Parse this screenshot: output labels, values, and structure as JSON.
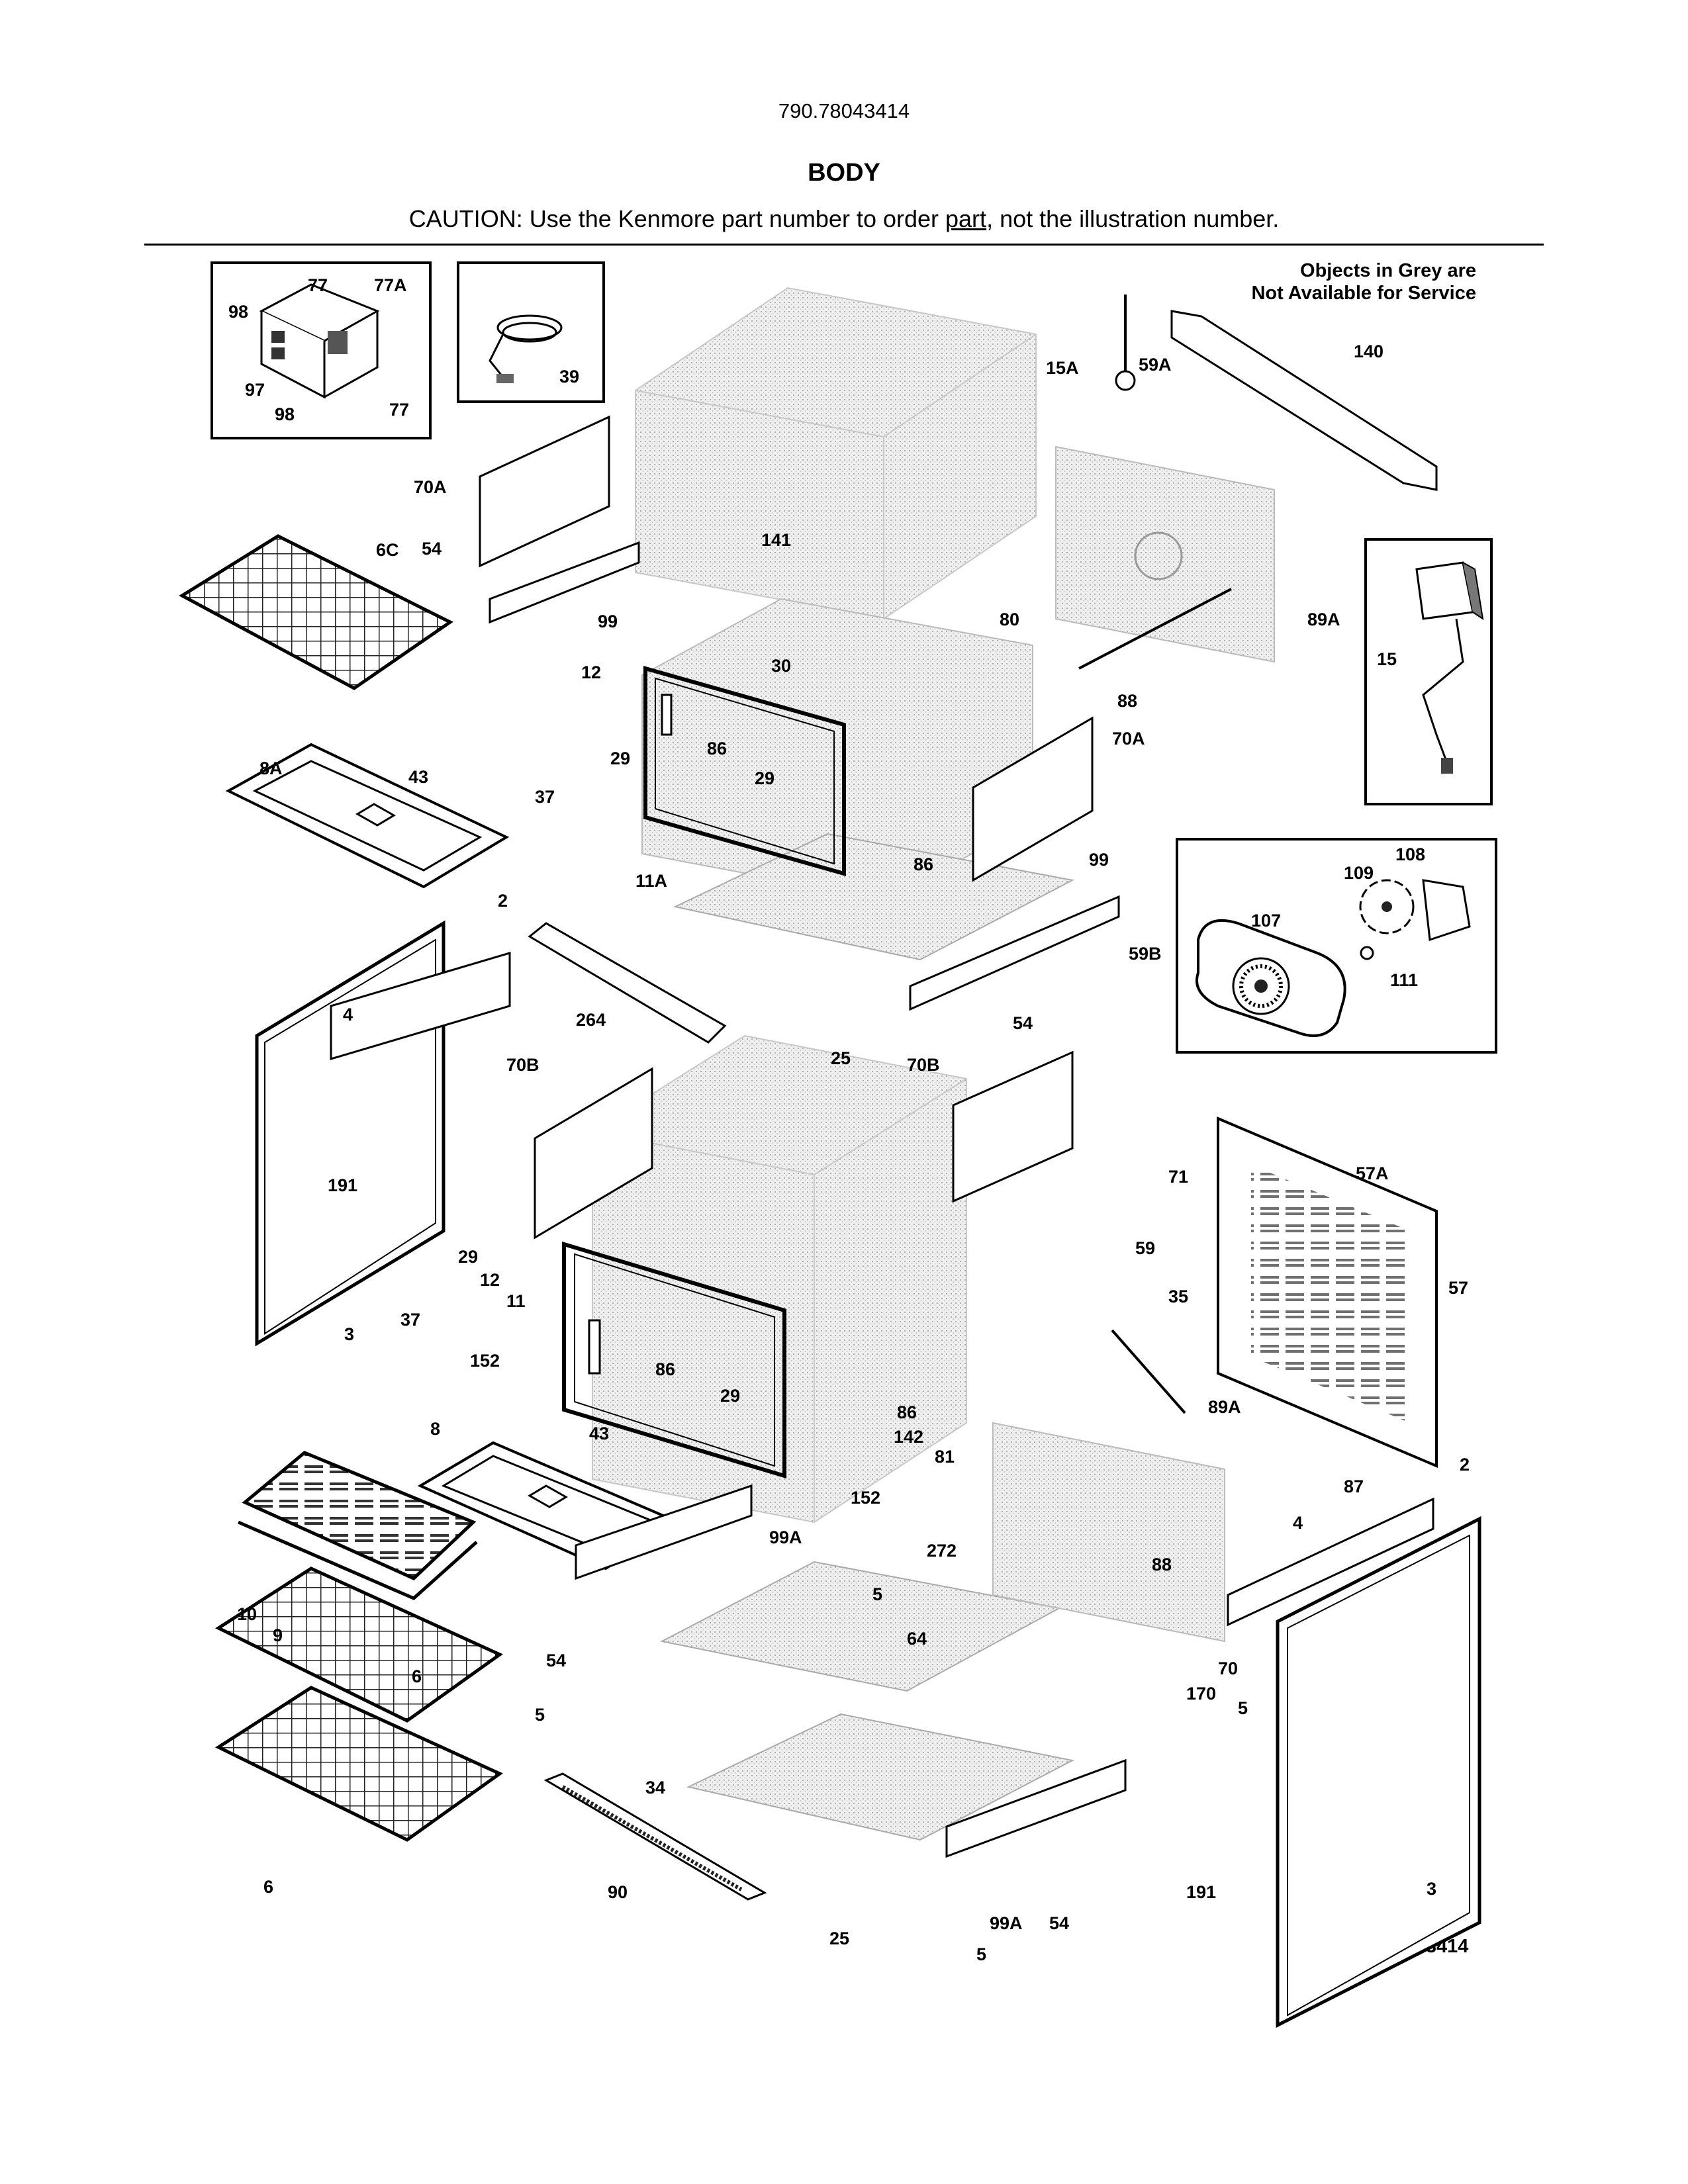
{
  "header": {
    "model": "790.78043414",
    "title": "BODY",
    "caution_before": "CAUTION: Use the Kenmore part number to order ",
    "caution_link": "part",
    "caution_after": ", not the illustration number."
  },
  "notes": {
    "grey_line1": "Objects in Grey are",
    "grey_line2": "Not Available for Service"
  },
  "document_id": "B79078043414",
  "callouts": {
    "c77a": "77",
    "c77b": "77A",
    "c98a": "98",
    "c97": "97",
    "c98b": "98",
    "c77c": "77",
    "c39": "39",
    "c15a": "15A",
    "c59a": "59A",
    "c140": "140",
    "c70a_top": "70A",
    "c54_top": "54",
    "c6c": "6C",
    "c99_top": "99",
    "c141": "141",
    "c80": "80",
    "c89a_top": "89A",
    "c15": "15",
    "c88_top": "88",
    "c12_top": "12",
    "c30": "30",
    "c29_top": "29",
    "c86_top": "86",
    "c70a_mid": "70A",
    "c8a": "8A",
    "c43_top": "43",
    "c29_mid": "29",
    "c37_top": "37",
    "c11a": "11A",
    "c86_mid": "86",
    "c99_mid": "99",
    "c108": "108",
    "c109": "109",
    "c107": "107",
    "c111": "111",
    "c2_left": "2",
    "c264": "264",
    "c25_top": "25",
    "c54_mid": "54",
    "c59b": "59B",
    "c4_left": "4",
    "c70b_left": "70B",
    "c70b_right": "70B",
    "c191_left": "191",
    "c71": "71",
    "c57a": "57A",
    "c59": "59",
    "c29_low": "29",
    "c12_low": "12",
    "c11": "11",
    "c3_left": "3",
    "c35": "35",
    "c57": "57",
    "c37_low": "37",
    "c152_left": "152",
    "c86_low": "86",
    "c29_low2": "29",
    "c8": "8",
    "c43_low": "43",
    "c86_low2": "86",
    "c142": "142",
    "c81": "81",
    "c89a_low": "89A",
    "c2_right": "2",
    "c87": "87",
    "c152_low": "152",
    "c4_right": "4",
    "c99a_top": "99A",
    "c272": "272",
    "c88_low": "88",
    "c5_a": "5",
    "c10": "10",
    "c9": "9",
    "c64": "64",
    "c54_low": "54",
    "c70": "70",
    "c6_a": "6",
    "c5_b": "5",
    "c170": "170",
    "c5_c": "5",
    "c34": "34",
    "c191_right": "191",
    "c90": "90",
    "c6_b": "6",
    "c99a_low": "99A",
    "c54_low2": "54",
    "c25_low": "25",
    "c3_right": "3",
    "c5_d": "5"
  }
}
